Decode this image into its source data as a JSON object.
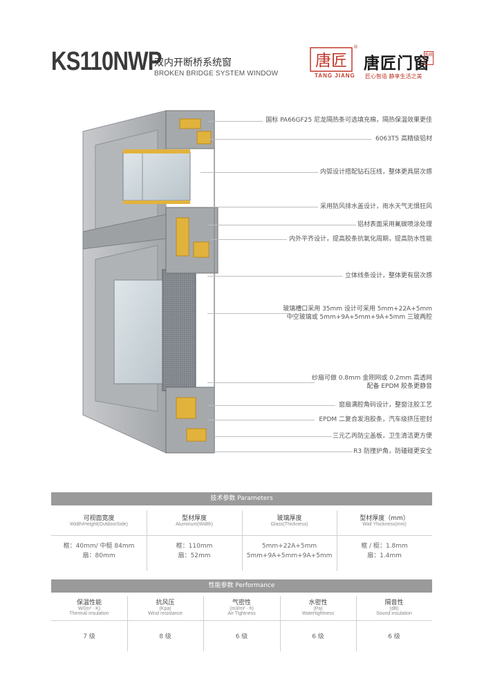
{
  "header": {
    "model": "KS110NWP",
    "title_cn": "双内开断桥系统窗",
    "title_en": "BROKEN BRIDGE SYSTEM WINDOW"
  },
  "brand": {
    "logo_mark_text": "唐匠",
    "name_cn": "唐匠门窗",
    "tag": "系统",
    "registered": "®",
    "name_en": "TANG JIANG",
    "slogan": "匠心智造  静享生活之美"
  },
  "callouts": [
    "国标 PA66GF25 尼龙隔热条可选填充棉，隔热保温效果更佳",
    "6063T5 高精级铝材",
    "内弧设计搭配钻石压线，整体更具层次感",
    "采用防风排水盖设计，雨水天气无惧狂风",
    "铝材表面采用氟碳喷涂处理",
    "内外平齐设计，提高胶条抗氧化周期，提高防水性能",
    "立体线条设计，整体更有层次感",
    "玻璃槽口采用 35mm 设计可采用 5mm+22A+5mm",
    "中空玻璃或 5mm+9A+5mm+9A+5mm 三玻两腔",
    "纱扇可做 0.8mm 金刚网或 0.2mm 高透网",
    "配备 EPDM 胶条更静音",
    "窗扇满腔角码设计，整窗注胶工艺",
    "EPDM 二复合发泡胶条，汽车级挤压密封",
    "三元乙丙防尘盖板，卫生清洁更方便",
    "R3 防撞护角，防磕碰更安全"
  ],
  "parameters": {
    "heading": "技术参数  Parameters",
    "columns": [
      {
        "label": "可视面宽度",
        "sub": "Width/Height(OutdoorSide)",
        "values": [
          "框：40mm/ 中梃 84mm",
          "扇：80mm"
        ]
      },
      {
        "label": "型材厚度",
        "sub": "Aluminum(Width)",
        "values": [
          "框：110mm",
          "扇：52mm"
        ]
      },
      {
        "label": "玻璃厚度",
        "sub": "Glass(Thickness)",
        "values": [
          "5mm+22A+5mm",
          "5mm+9A+5mm+9A+5mm"
        ]
      },
      {
        "label": "型材厚度（mm）",
        "sub": "Wall Yhickness(mm)",
        "values": [
          "框 / 梃：1.8mm",
          "扇：1.4mm"
        ]
      }
    ]
  },
  "performance": {
    "heading": "性能参数  Performance",
    "columns": [
      {
        "label": "保温性能",
        "unit": "W/(m² · K)",
        "sub": "Thermal insulation",
        "value": "7 级"
      },
      {
        "label": "抗风压",
        "unit": "(Kpa)",
        "sub": "Wind resistance",
        "value": "8 级"
      },
      {
        "label": "气密性",
        "unit": "(m3/m² · h)",
        "sub": "Air Tightness",
        "value": "6 级"
      },
      {
        "label": "水密性",
        "unit": "(Pa)",
        "sub": "Watertightness",
        "value": "6 级"
      },
      {
        "label": "隔音性",
        "unit": "(dB)",
        "sub": "Sound insulation",
        "value": "6 级"
      }
    ]
  },
  "colors": {
    "accent_red": "#c0392b",
    "table_header": "#9a9a9a",
    "frame_gray": "#a9abae",
    "insulation_yellow": "#e2b33c"
  }
}
